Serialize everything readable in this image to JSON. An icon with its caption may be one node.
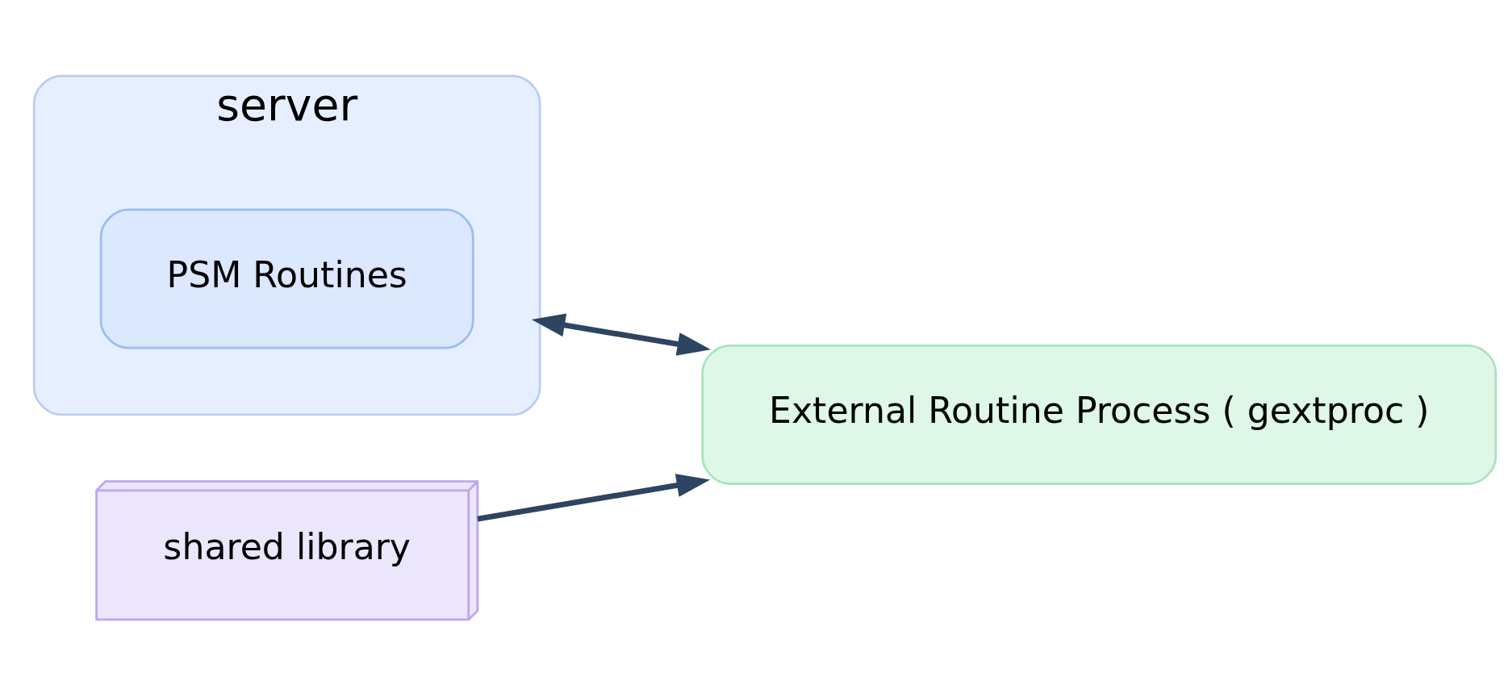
{
  "diagram": {
    "nodes": [
      {
        "text": [
          "server"
        ]
      },
      {
        "text": [
          "PSM Routines"
        ],
        "in": 0
      },
      {
        "text": [
          "External Routine Process ( gextproc )"
        ]
      },
      {
        "text": [
          "shared library"
        ]
      }
    ],
    "edges": [
      {
        "from": 0,
        "to": 2,
        "arrow": "both"
      },
      {
        "from": 3,
        "to": 2,
        "arrow": "to"
      }
    ]
  }
}
